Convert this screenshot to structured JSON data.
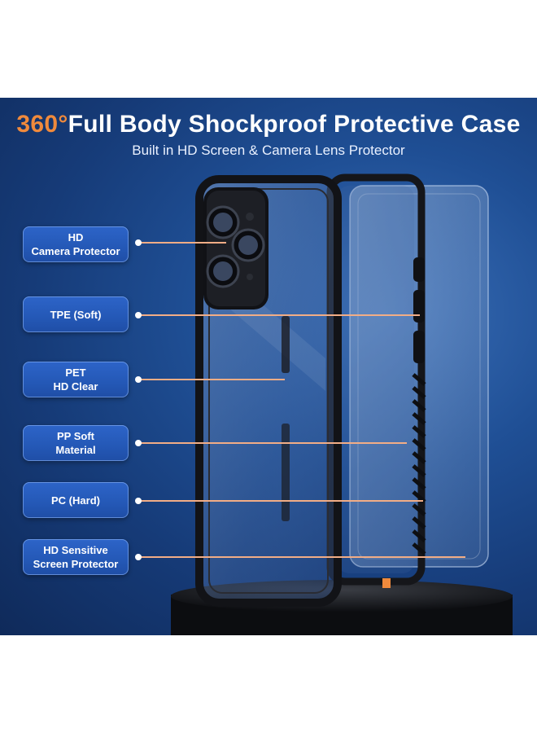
{
  "title": {
    "accent": "360°",
    "text": "Full Body Shockproof Protective Case"
  },
  "subtitle": "Built in HD Screen & Camera Lens Protector",
  "labels": [
    {
      "line1": "HD",
      "line2": "Camera Protector"
    },
    {
      "line1": "TPE (Soft)",
      "line2": ""
    },
    {
      "line1": "PET",
      "line2": "HD Clear"
    },
    {
      "line1": "PP Soft",
      "line2": "Material"
    },
    {
      "line1": "PC (Hard)",
      "line2": ""
    },
    {
      "line1": "HD Sensitive",
      "line2": "Screen Protector"
    }
  ],
  "colors": {
    "accent": "#f08a3c",
    "banner_blue": "#1f4f95",
    "label_blue": "#2458b6",
    "connector": "#f2ad86",
    "case_frame": "#1a1a1f"
  }
}
